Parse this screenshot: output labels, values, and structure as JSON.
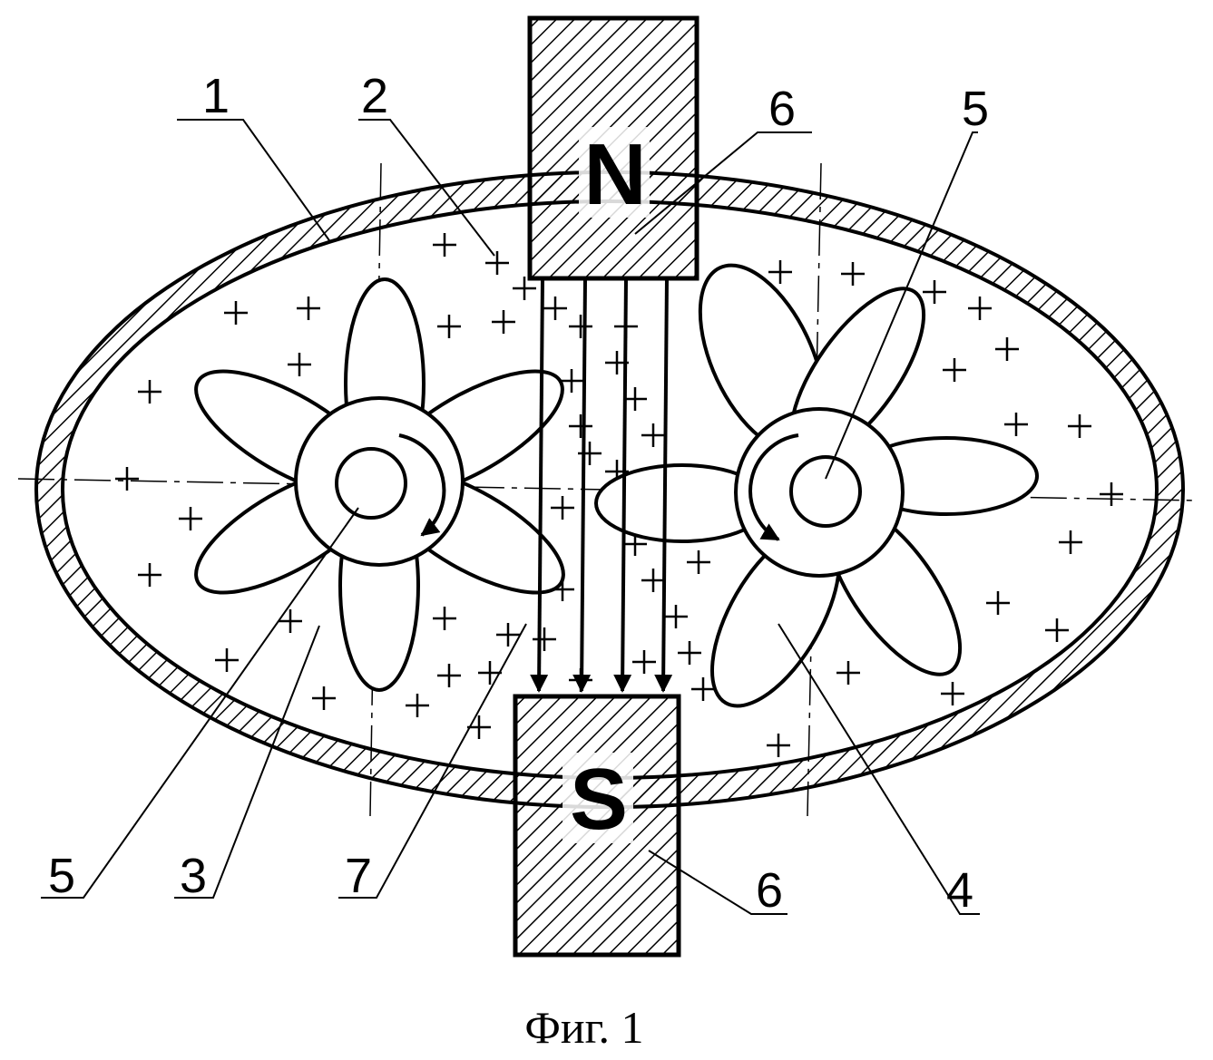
{
  "labels": {
    "l1": "1",
    "l2": "2",
    "l6top": "6",
    "l5top": "5",
    "l5bottom": "5",
    "l3": "3",
    "l7": "7",
    "l6bottom": "6",
    "l4": "4"
  },
  "poles": {
    "north": "N",
    "south": "S"
  },
  "caption": "Фиг. 1"
}
